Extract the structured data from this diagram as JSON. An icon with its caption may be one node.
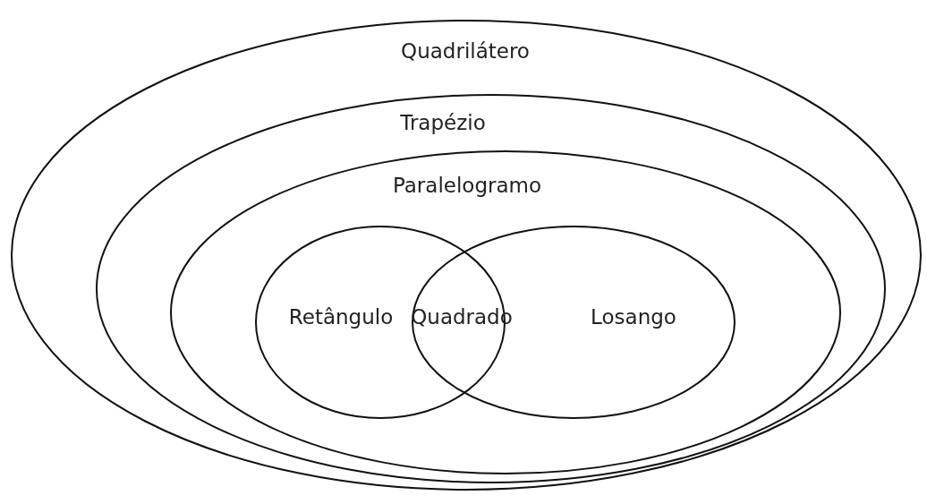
{
  "diagram": {
    "nodes": [
      {
        "text": [
          "Quadrilátero"
        ]
      },
      {
        "text": [
          "Trapézio"
        ],
        "in": 0
      },
      {
        "text": [
          "Paralelogramo"
        ],
        "in": 1
      },
      {
        "text": [
          "Retângulo"
        ],
        "in": 2
      },
      {
        "text": [
          "Losango"
        ],
        "in": 2
      }
    ],
    "labels": [
      "Quadrado"
    ]
  }
}
